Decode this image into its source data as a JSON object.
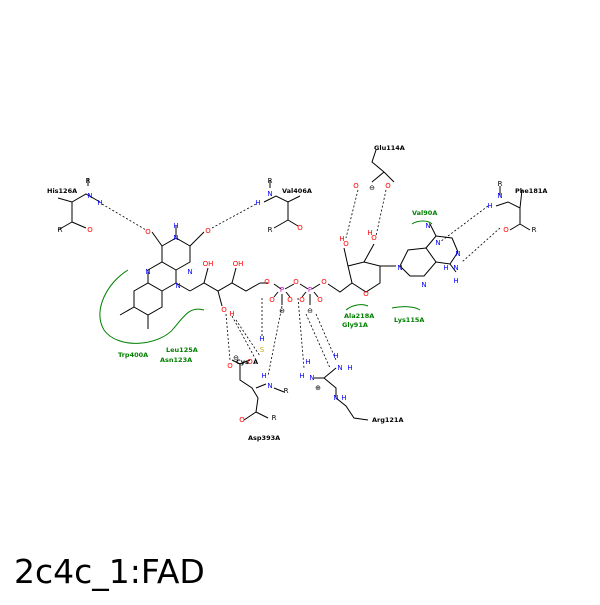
{
  "title": "2c4c_1:FAD",
  "colors": {
    "carbon": "#000000",
    "nitrogen": "#0000ff",
    "oxygen": "#ff0000",
    "phosphorus": "#cc00cc",
    "sulfur": "#ccaa00",
    "hydrophobic": "#008000"
  },
  "residues": {
    "his126": "His126A",
    "val406": "Val406A",
    "glu114": "Glu114A",
    "phe181": "Phe181A",
    "val90": "Val90A",
    "trp400": "Trp400A",
    "leu125": "Leu125A",
    "asn123": "Asn123A",
    "ala218": "Ala218A",
    "gly91": "Gly91A",
    "lys115": "Lys115A",
    "cys": "Cys",
    "a_suffix": "A",
    "asp393": "Asp393A",
    "arg121": "Arg121A"
  },
  "atoms": {
    "N": "N",
    "H": "H",
    "O": "O",
    "R": "R",
    "P": "P",
    "S": "S",
    "OH": "OH",
    "minus": "⊖",
    "plus": "⊕"
  }
}
